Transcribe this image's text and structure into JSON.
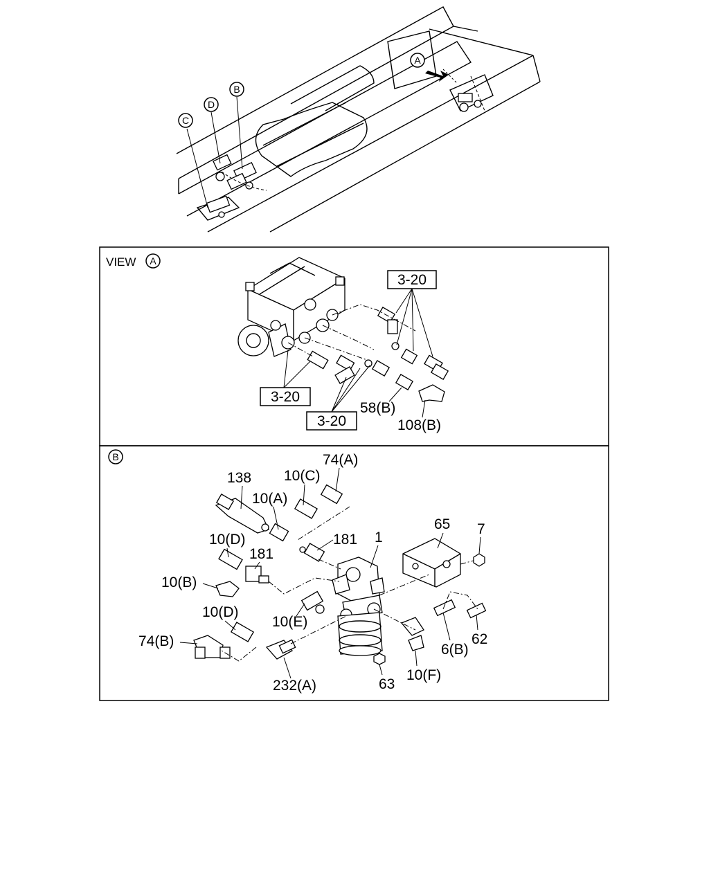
{
  "overview": {
    "callouts": [
      "A",
      "B",
      "C",
      "D"
    ]
  },
  "view_a": {
    "heading": "VIEW",
    "heading_circle": "A",
    "refs": [
      "3-20",
      "3-20",
      "3-20"
    ],
    "labels": {
      "p58b": "58(B)",
      "p108b": "108(B)"
    }
  },
  "view_b": {
    "heading_circle": "B",
    "labels": {
      "p74a": "74(A)",
      "p138": "138",
      "p10c": "10(C)",
      "p10a": "10(A)",
      "p181a": "181",
      "p1": "1",
      "p65": "65",
      "p7": "7",
      "p10d_top": "10(D)",
      "p181b": "181",
      "p10b": "10(B)",
      "p10e": "10(E)",
      "p10d_bot": "10(D)",
      "p74b": "74(B)",
      "p232a": "232(A)",
      "p63": "63",
      "p10f": "10(F)",
      "p6b": "6(B)",
      "p62": "62"
    }
  }
}
